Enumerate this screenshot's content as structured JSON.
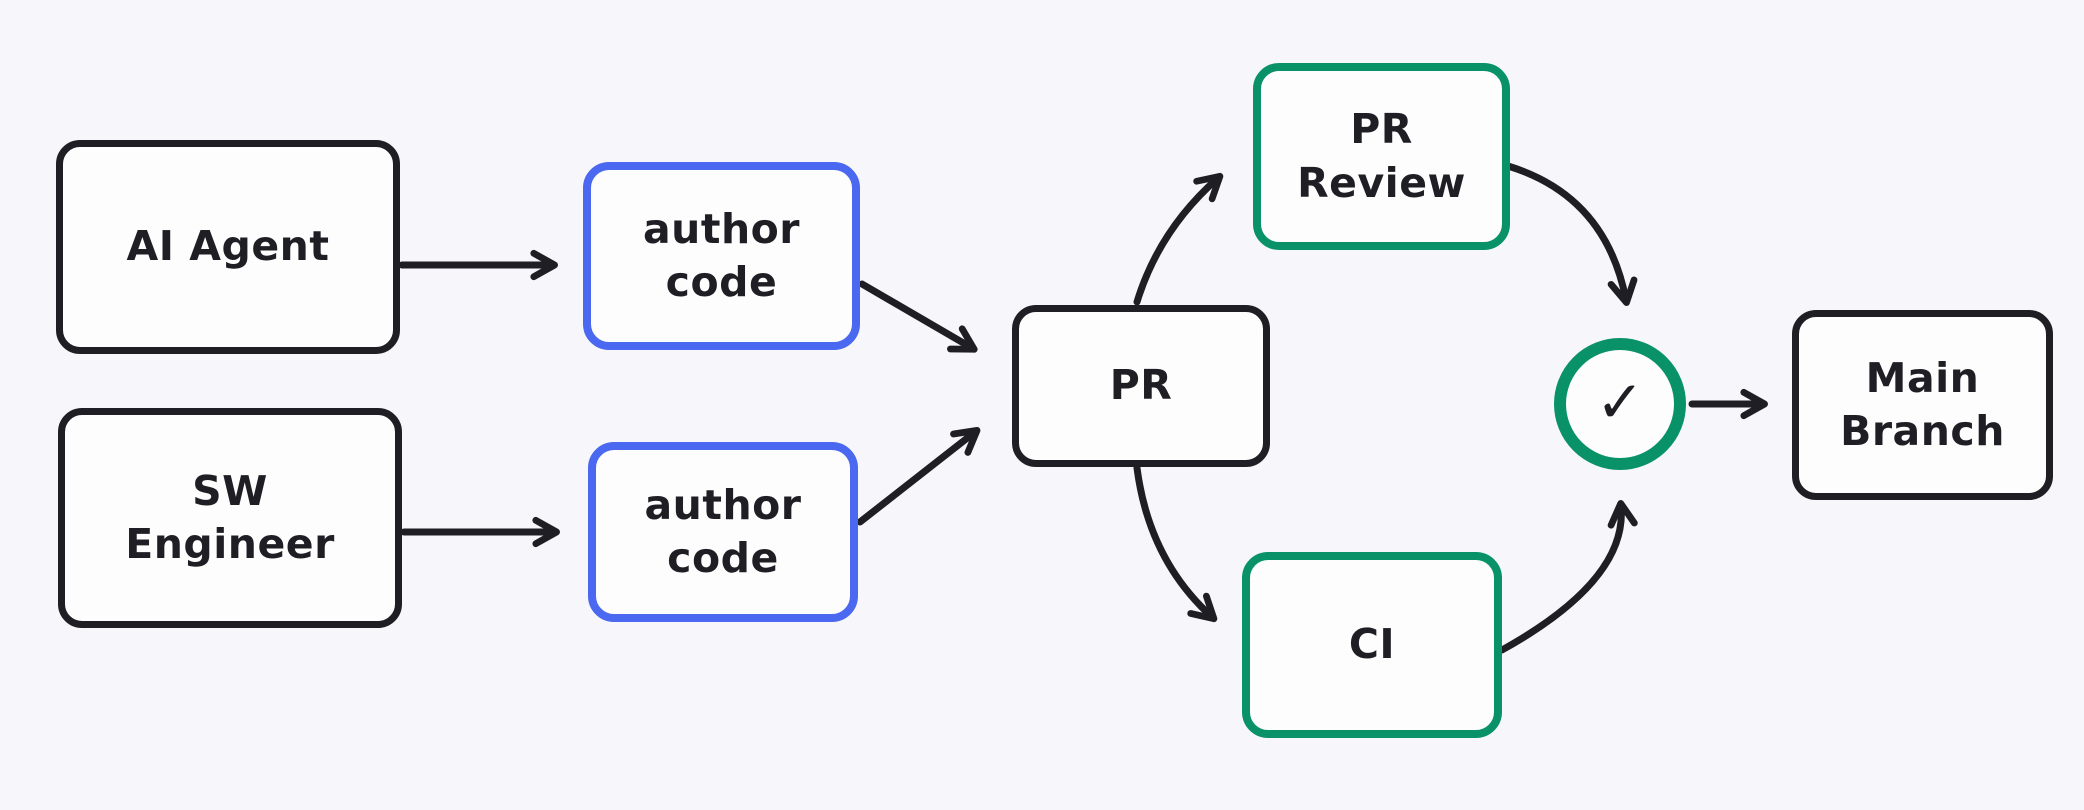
{
  "theme": {
    "bg": "#f7f7fb",
    "ink": "#1e1e24",
    "blue": "#4a68f0",
    "green": "#099268",
    "fill": "#fdfdfe"
  },
  "nodes": {
    "ai_agent": {
      "label": "AI Agent",
      "border_color": "black"
    },
    "sw_engineer": {
      "line1": "SW",
      "line2": "Engineer",
      "border_color": "black"
    },
    "author_code_top": {
      "line1": "author",
      "line2": "code",
      "border_color": "blue"
    },
    "author_code_bottom": {
      "line1": "author",
      "line2": "code",
      "border_color": "blue"
    },
    "pr": {
      "label": "PR",
      "border_color": "black"
    },
    "pr_review": {
      "line1": "PR",
      "line2": "Review",
      "border_color": "green"
    },
    "ci": {
      "label": "CI",
      "border_color": "green"
    },
    "approval": {
      "check_glyph": "✓",
      "border_color": "green",
      "shape": "circle"
    },
    "main_branch": {
      "line1": "Main",
      "line2": "Branch",
      "border_color": "black"
    }
  },
  "edges": [
    {
      "from": "AI Agent",
      "to": "author code (top)"
    },
    {
      "from": "SW Engineer",
      "to": "author code (bottom)"
    },
    {
      "from": "author code (top)",
      "to": "PR"
    },
    {
      "from": "author code (bottom)",
      "to": "PR"
    },
    {
      "from": "PR",
      "to": "PR Review"
    },
    {
      "from": "PR",
      "to": "CI"
    },
    {
      "from": "PR Review",
      "to": "approval check"
    },
    {
      "from": "CI",
      "to": "approval check"
    },
    {
      "from": "approval check",
      "to": "Main Branch"
    }
  ]
}
